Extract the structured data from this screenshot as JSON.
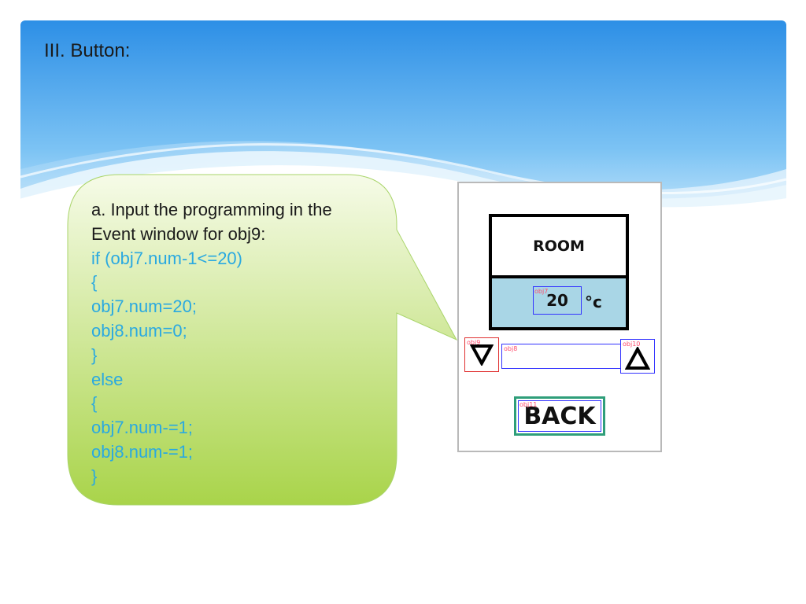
{
  "slide": {
    "title": "III. Button:"
  },
  "bubble": {
    "instruction_lines": [
      "a. Input the programming in the",
      "Event window for obj9:"
    ],
    "code_lines": [
      "if (obj7.num-1<=20)",
      "{",
      "obj7.num=20;",
      "obj8.num=0;",
      "}",
      "else",
      "{",
      "obj7.num-=1;",
      "obj8.num-=1;",
      "}"
    ],
    "fill_color": "#b9e07a",
    "code_color": "#2aa9e0"
  },
  "device": {
    "display_label": "ROOM",
    "temperature_value": "20",
    "unit": "°c",
    "display_bg": "#a9d6e6",
    "tags": {
      "obj7": "obj7",
      "obj8": "obj8",
      "obj9": "obj9",
      "obj10": "obj10",
      "obj11": "obj11"
    },
    "down_icon": "triangle-down-icon",
    "up_icon": "triangle-up-icon",
    "back_label": "BACK"
  },
  "colors": {
    "sky_top": "#2d8fe6",
    "sky_bottom": "#bfe3fb",
    "tag_red": "#ff4d6d",
    "outline_blue": "#3333ff",
    "outline_red": "#e03030",
    "back_border": "#2f9e7a"
  }
}
